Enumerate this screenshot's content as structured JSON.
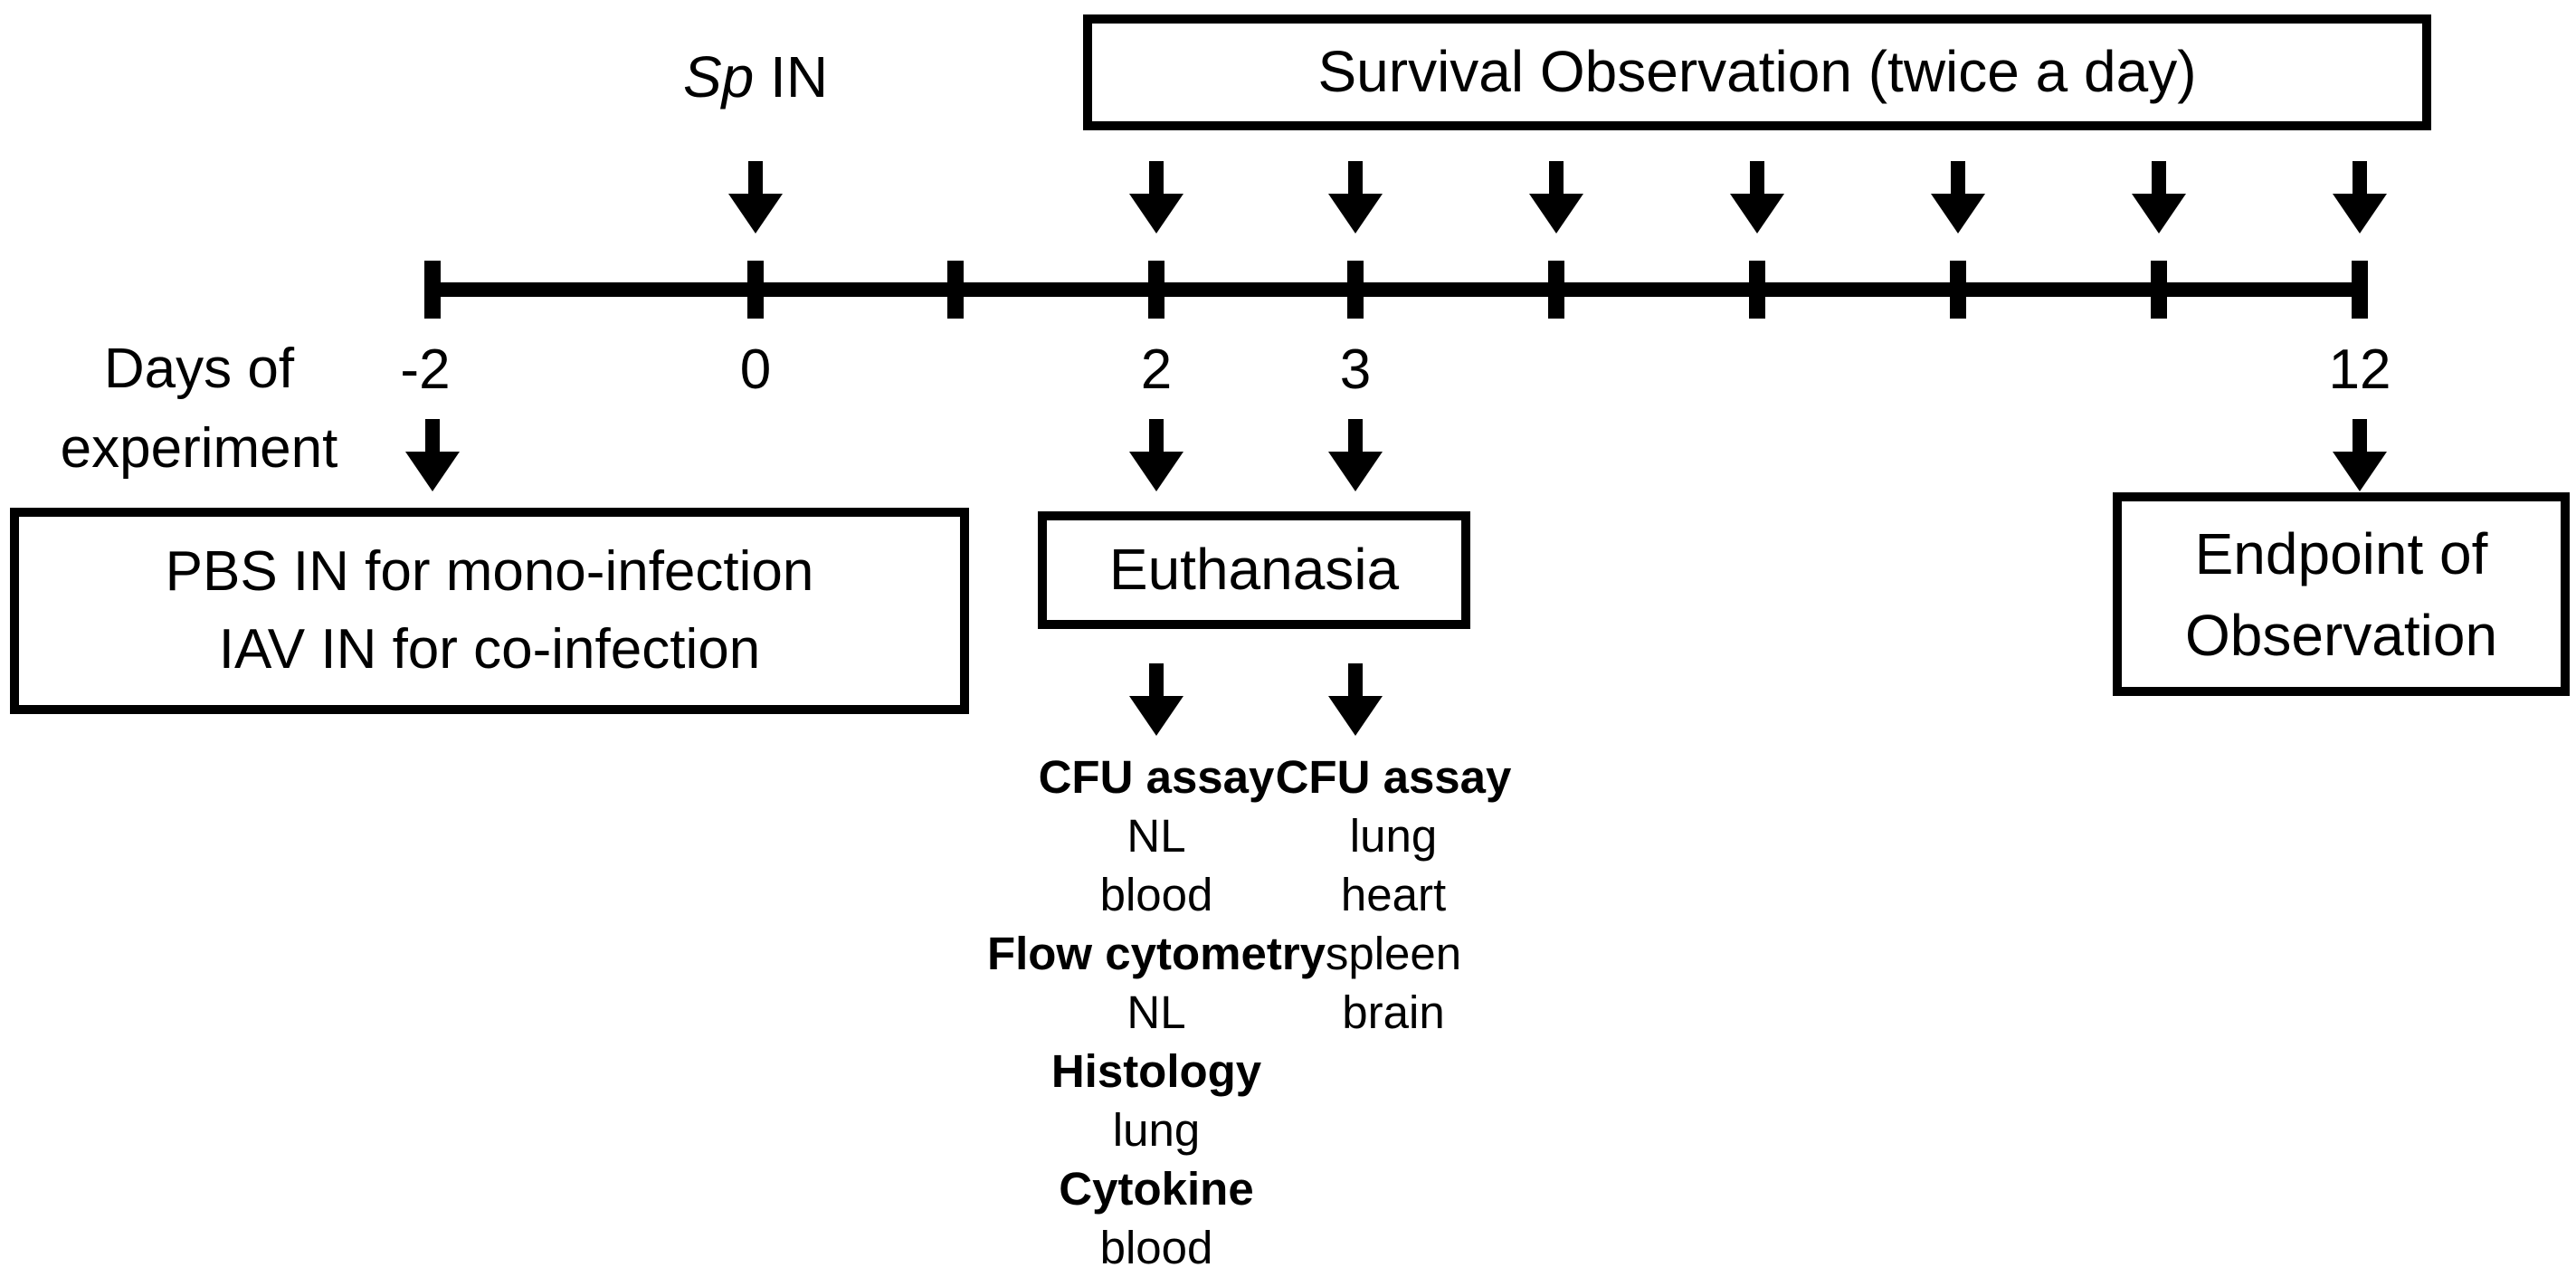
{
  "ticks": [
    {
      "label": "-2"
    },
    {
      "label": "0"
    },
    {
      "label": ""
    },
    {
      "label": "2"
    },
    {
      "label": "3"
    },
    {
      "label": ""
    },
    {
      "label": ""
    },
    {
      "label": ""
    },
    {
      "label": ""
    },
    {
      "label": "12"
    }
  ],
  "axis_label": [
    "Days of",
    "experiment"
  ],
  "sp_label": {
    "italic": "Sp",
    "rest": " IN"
  },
  "survival_box": {
    "label": "Survival Observation (twice a day)"
  },
  "pbs_box": {
    "line1": "PBS IN for mono-infection",
    "line2": "IAV IN for co-infection"
  },
  "euthanasia_box": {
    "label": "Euthanasia"
  },
  "endpoint_box": {
    "line1": "Endpoint of",
    "line2": "Observation"
  },
  "day2_assays": [
    {
      "text": "CFU assay",
      "bold": true
    },
    {
      "text": "NL",
      "bold": false
    },
    {
      "text": "blood",
      "bold": false
    },
    {
      "text": "Flow cytometry",
      "bold": true
    },
    {
      "text": "NL",
      "bold": false
    },
    {
      "text": "Histology",
      "bold": true
    },
    {
      "text": "lung",
      "bold": false
    },
    {
      "text": "Cytokine",
      "bold": true
    },
    {
      "text": "blood",
      "bold": false
    }
  ],
  "day3_assays": [
    {
      "text": "CFU assay",
      "bold": true
    },
    {
      "text": "lung",
      "bold": false
    },
    {
      "text": "heart",
      "bold": false
    },
    {
      "text": "spleen",
      "bold": false
    },
    {
      "text": "brain",
      "bold": false
    }
  ]
}
